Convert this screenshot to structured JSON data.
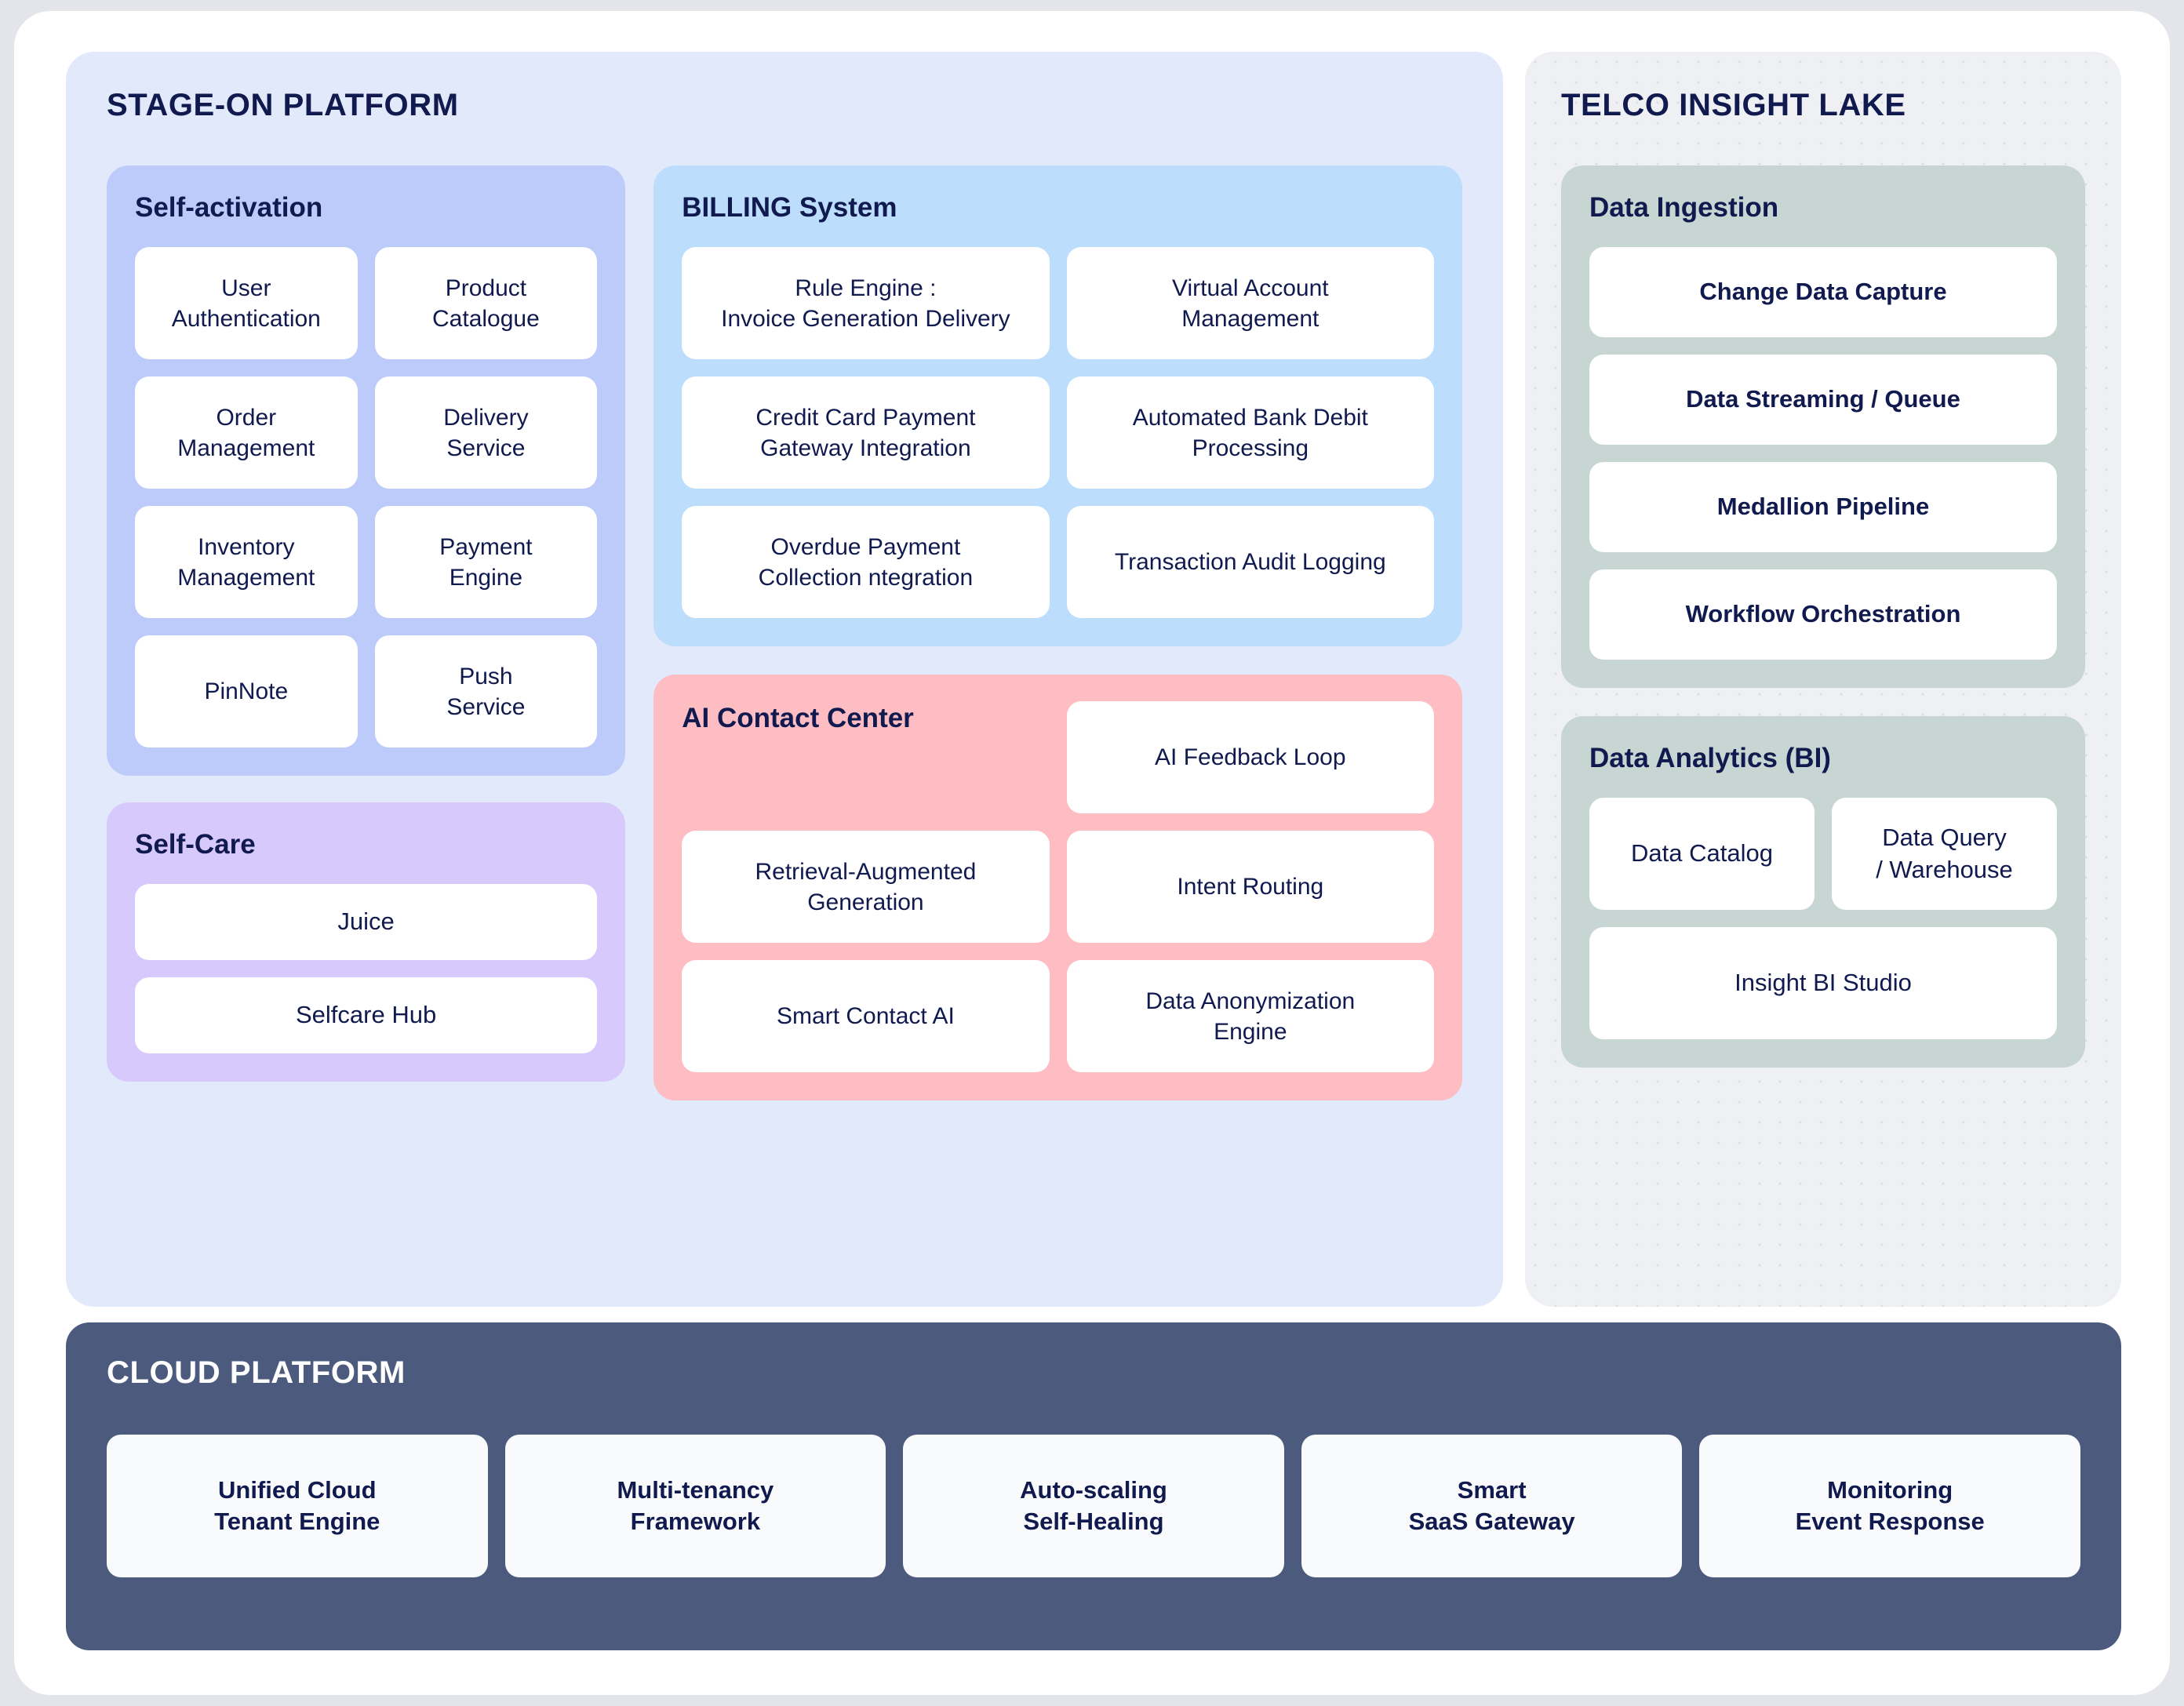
{
  "colors": {
    "page_bg": "#e3e5ea",
    "card_bg": "#ffffff",
    "text_navy": "#101a4e",
    "stage_panel": "#e1e9fb",
    "self_activation": "#bdcbfa",
    "self_care": "#d8c9fd",
    "billing": "#bcddfc",
    "contact_center": "#fdbdc3",
    "telco_panel": "#eff0f3",
    "green_group": "#c7d6d2",
    "cloud_platform": "#4c5b7d"
  },
  "stage_on_platform": {
    "title": "STAGE-ON PLATFORM",
    "self_activation": {
      "title": "Self-activation",
      "items": [
        "User\nAuthentication",
        "Product\nCatalogue",
        "Order\nManagement",
        "Delivery\nService",
        "Inventory\nManagement",
        "Payment\nEngine",
        "PinNote",
        "Push\nService"
      ]
    },
    "self_care": {
      "title": "Self-Care",
      "items": [
        "Juice",
        "Selfcare Hub"
      ]
    },
    "billing_system": {
      "title": "BILLING System",
      "items": [
        "Rule Engine :\nInvoice Generation Delivery",
        "Virtual Account\nManagement",
        "Credit Card Payment\nGateway Integration",
        "Automated Bank Debit\nProcessing",
        "Overdue Payment\nCollection ntegration",
        "Transaction Audit Logging"
      ]
    },
    "ai_contact_center": {
      "title": "AI Contact Center",
      "items": [
        "AI Feedback Loop",
        "Retrieval-Augmented\nGeneration",
        "Intent Routing",
        "Smart Contact AI",
        "Data Anonymization\nEngine"
      ]
    }
  },
  "telco_insight_lake": {
    "title": "TELCO INSIGHT LAKE",
    "data_ingestion": {
      "title": "Data Ingestion",
      "items": [
        "Change Data Capture",
        "Data Streaming / Queue",
        "Medallion Pipeline",
        "Workflow Orchestration"
      ]
    },
    "data_analytics": {
      "title": "Data Analytics (BI)",
      "items": [
        "Data Catalog",
        "Data Query\n/ Warehouse",
        "Insight BI Studio"
      ]
    }
  },
  "cloud_platform": {
    "title": "CLOUD PLATFORM",
    "items": [
      "Unified Cloud\nTenant Engine",
      "Multi-tenancy\nFramework",
      "Auto-scaling\nSelf-Healing",
      "Smart\nSaaS Gateway",
      "Monitoring\nEvent Response"
    ]
  }
}
